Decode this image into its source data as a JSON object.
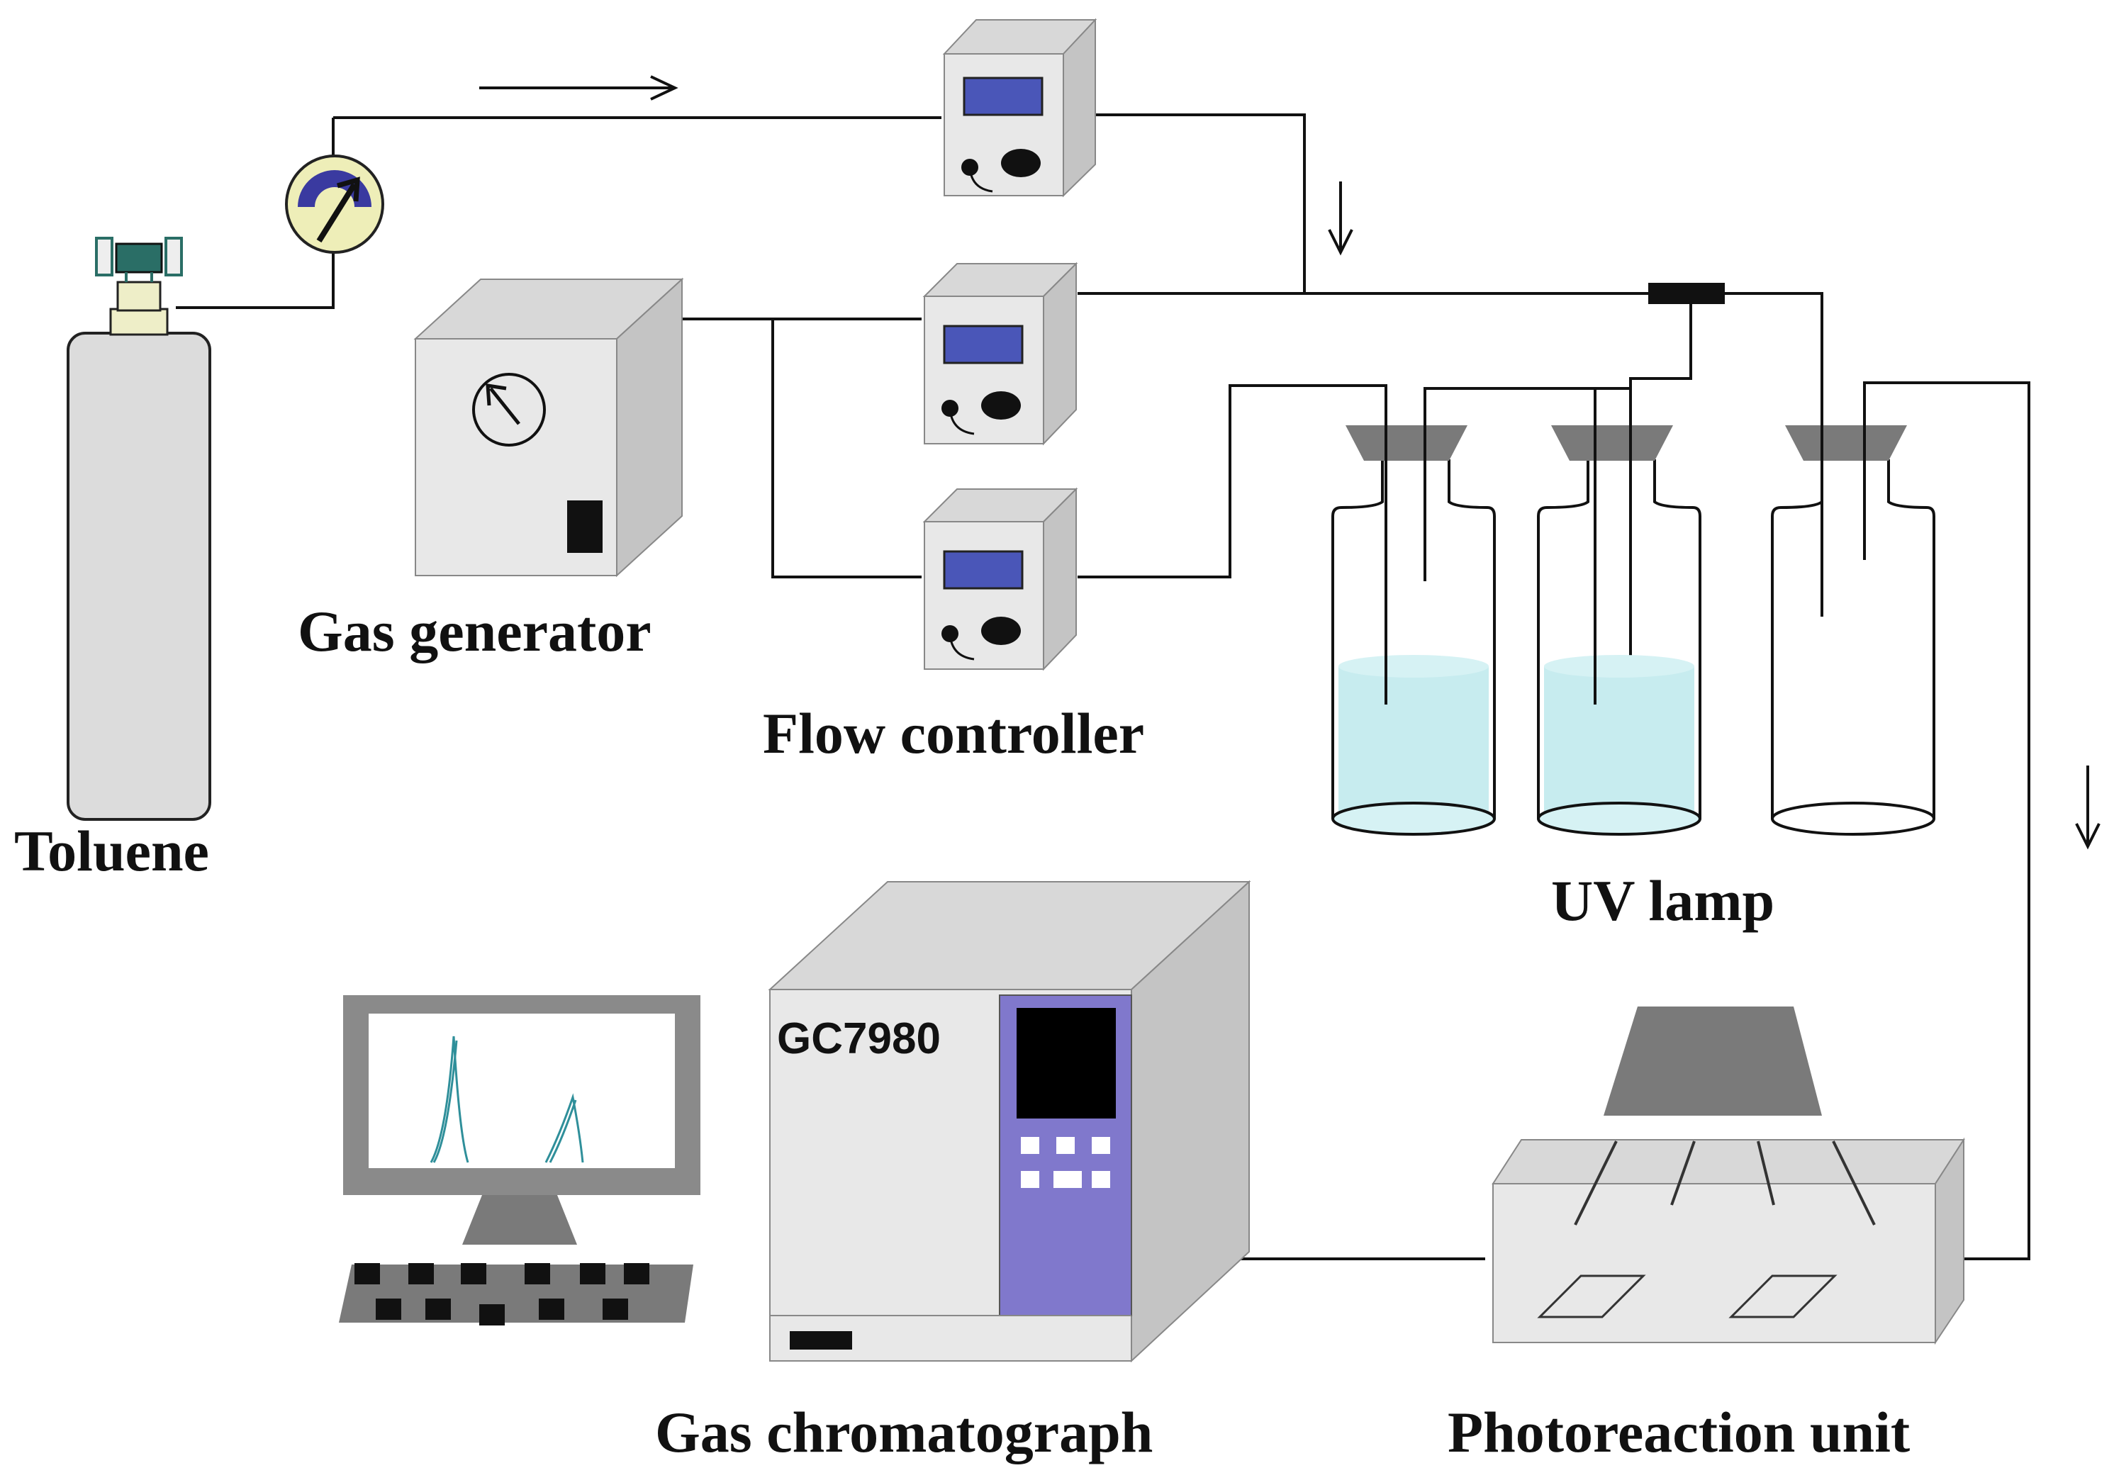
{
  "labels": {
    "toluene": "Toluene",
    "gas_generator": "Gas generator",
    "flow_controller": "Flow controller",
    "uv_lamp": "UV lamp",
    "gas_chromatograph": "Gas chromatograph",
    "photoreaction_unit": "Photoreaction unit",
    "gc_model": "GC7980"
  },
  "colors": {
    "line": "#111111",
    "device_front": "#e8e8e8",
    "device_side": "#c4c4c4",
    "device_top": "#d8d8d8",
    "screen": "#4a56b8",
    "gc_panel": "#8078cc",
    "liquid": "#c7ecef",
    "lamp": "#7a7a7a",
    "stopper": "#7a7a7a",
    "gauge_face": "#eeeeb8",
    "gauge_dial": "#3a3aa0",
    "valve": "#2a6e66",
    "peak": "#2f8f9a"
  },
  "icons": [
    "gauge-icon",
    "valve-icon",
    "arrow-icon",
    "dial-icon"
  ]
}
